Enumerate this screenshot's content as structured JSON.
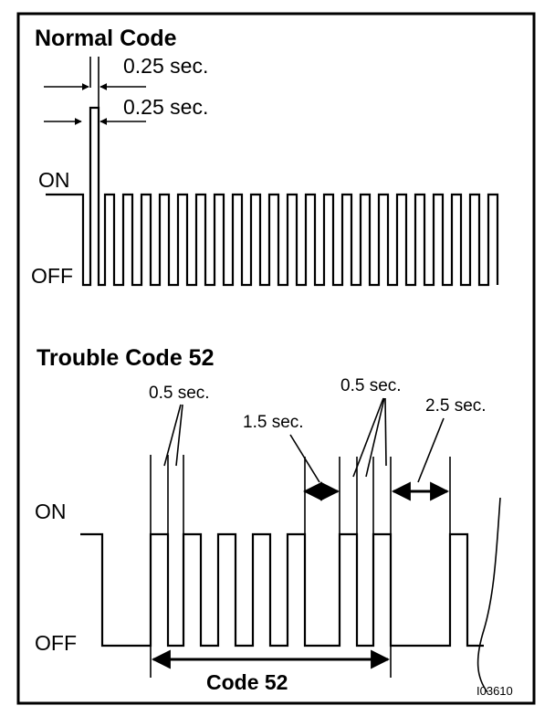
{
  "normal": {
    "title": "Normal Code",
    "timing_top": "0.25 sec.",
    "timing_bottom": "0.25 sec.",
    "on_label": "ON",
    "off_label": "OFF"
  },
  "trouble": {
    "title": "Trouble Code 52",
    "pulse_width_first": "0.5 sec.",
    "pulse_width_second": "0.5 sec.",
    "gap_digits": "1.5 sec.",
    "gap_repeat": "2.5 sec.",
    "on_label": "ON",
    "off_label": "OFF",
    "code_label": "Code 52"
  },
  "figure_id": "I03610"
}
